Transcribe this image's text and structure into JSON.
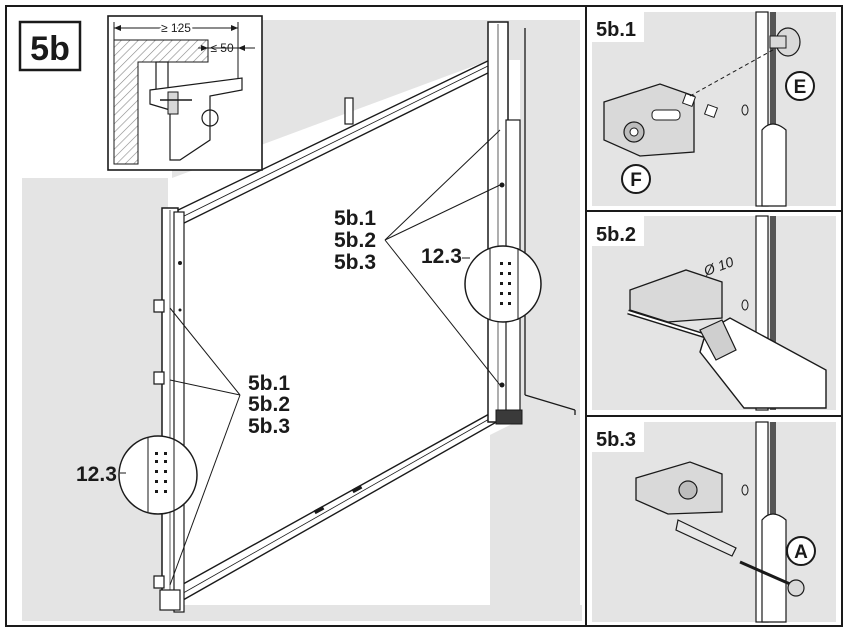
{
  "main": {
    "step_badge": "5b",
    "callouts_left": [
      "5b.1",
      "5b.2",
      "5b.3"
    ],
    "callouts_right": [
      "5b.1",
      "5b.2",
      "5b.3"
    ],
    "detail_ref_left": "12.3",
    "detail_ref_right": "12.3"
  },
  "inset": {
    "dim_min": "≥ 125",
    "dim_max": "≤ 50"
  },
  "panels": [
    {
      "title": "5b.1",
      "parts": [
        "E",
        "F"
      ]
    },
    {
      "title": "5b.2",
      "drill": "Ø 10"
    },
    {
      "title": "5b.3",
      "parts": [
        "A"
      ]
    }
  ],
  "colors": {
    "wall_gray": "#e4e4e4",
    "line": "#1a1a1a",
    "hatch": "#9a9a9a"
  }
}
